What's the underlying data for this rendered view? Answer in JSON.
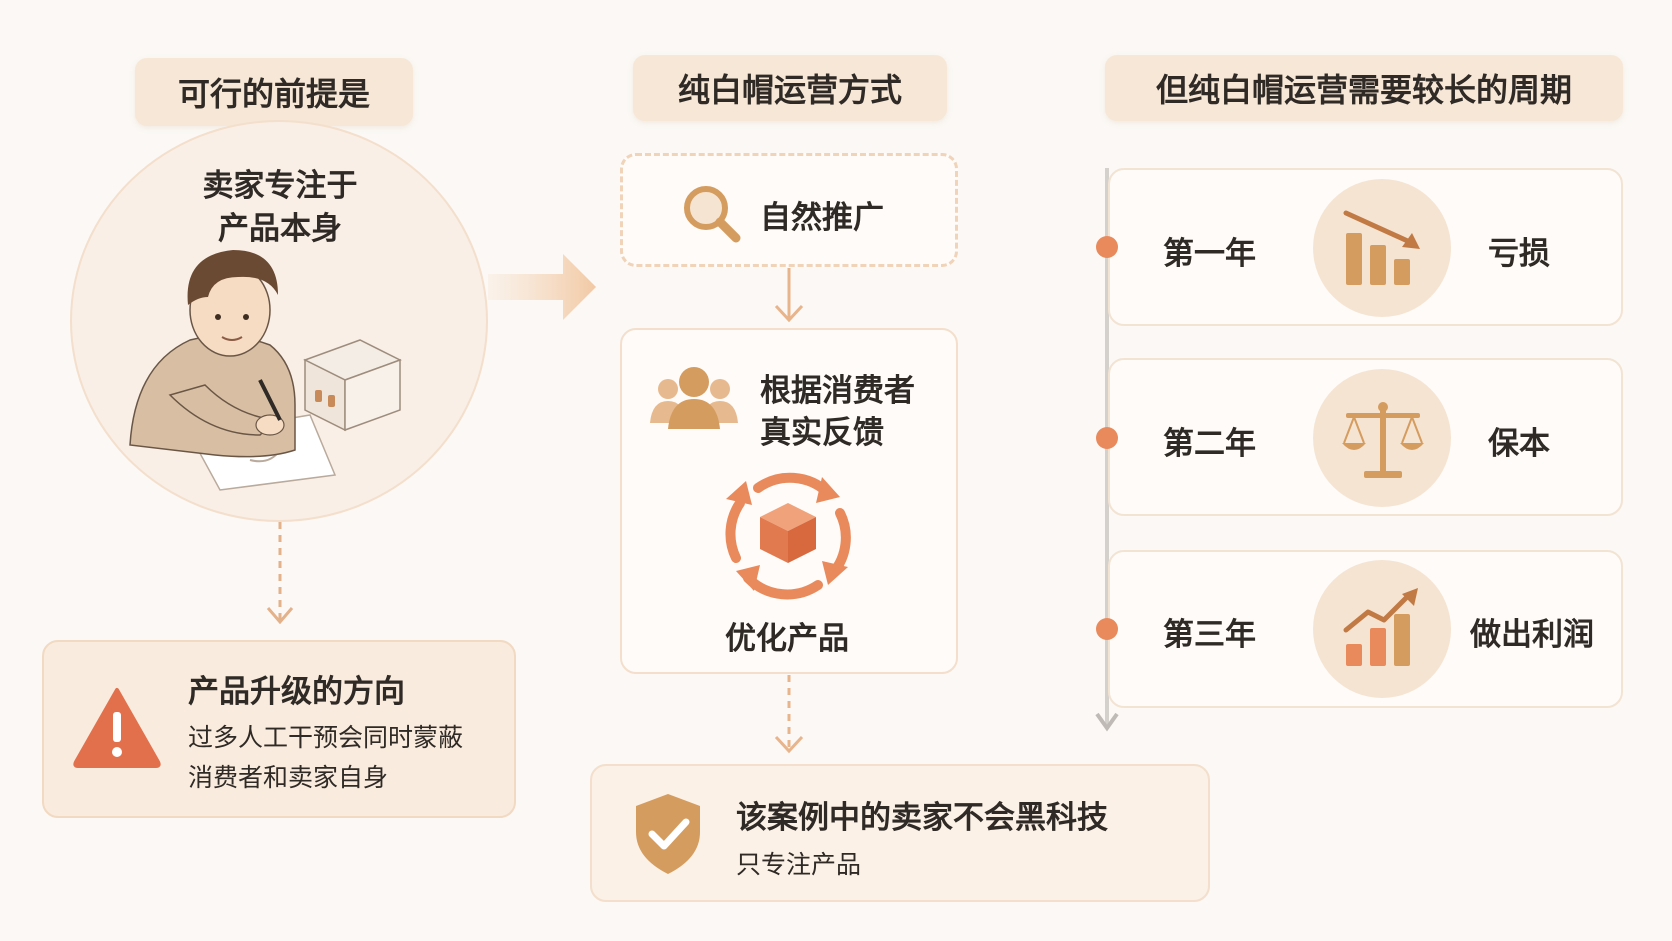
{
  "column1": {
    "header": "可行的前提是",
    "circle_text_line1": "卖家专注于",
    "circle_text_line2": "产品本身",
    "warning": {
      "title": "产品升级的方向",
      "line1": "过多人工干预会同时蒙蔽",
      "line2": "消费者和卖家自身"
    }
  },
  "column2": {
    "header": "纯白帽运营方式",
    "step1": "自然推广",
    "step2_line1": "根据消费者",
    "step2_line2": "真实反馈",
    "step3": "优化产品",
    "conclusion": {
      "title": "该案例中的卖家不会黑科技",
      "subtitle": "只专注产品"
    }
  },
  "column3": {
    "header": "但纯白帽运营需要较长的周期",
    "timeline": [
      {
        "year": "第一年",
        "icon": "declining-bar-chart-icon",
        "result": "亏损"
      },
      {
        "year": "第二年",
        "icon": "balance-scale-icon",
        "result": "保本"
      },
      {
        "year": "第三年",
        "icon": "rising-bar-chart-icon",
        "result": "做出利润"
      }
    ]
  },
  "colors": {
    "accent": "#e98a5c",
    "header_bg": "#f7e7d6",
    "icon_brown": "#d59c5f",
    "warning_red": "#e2704c"
  }
}
